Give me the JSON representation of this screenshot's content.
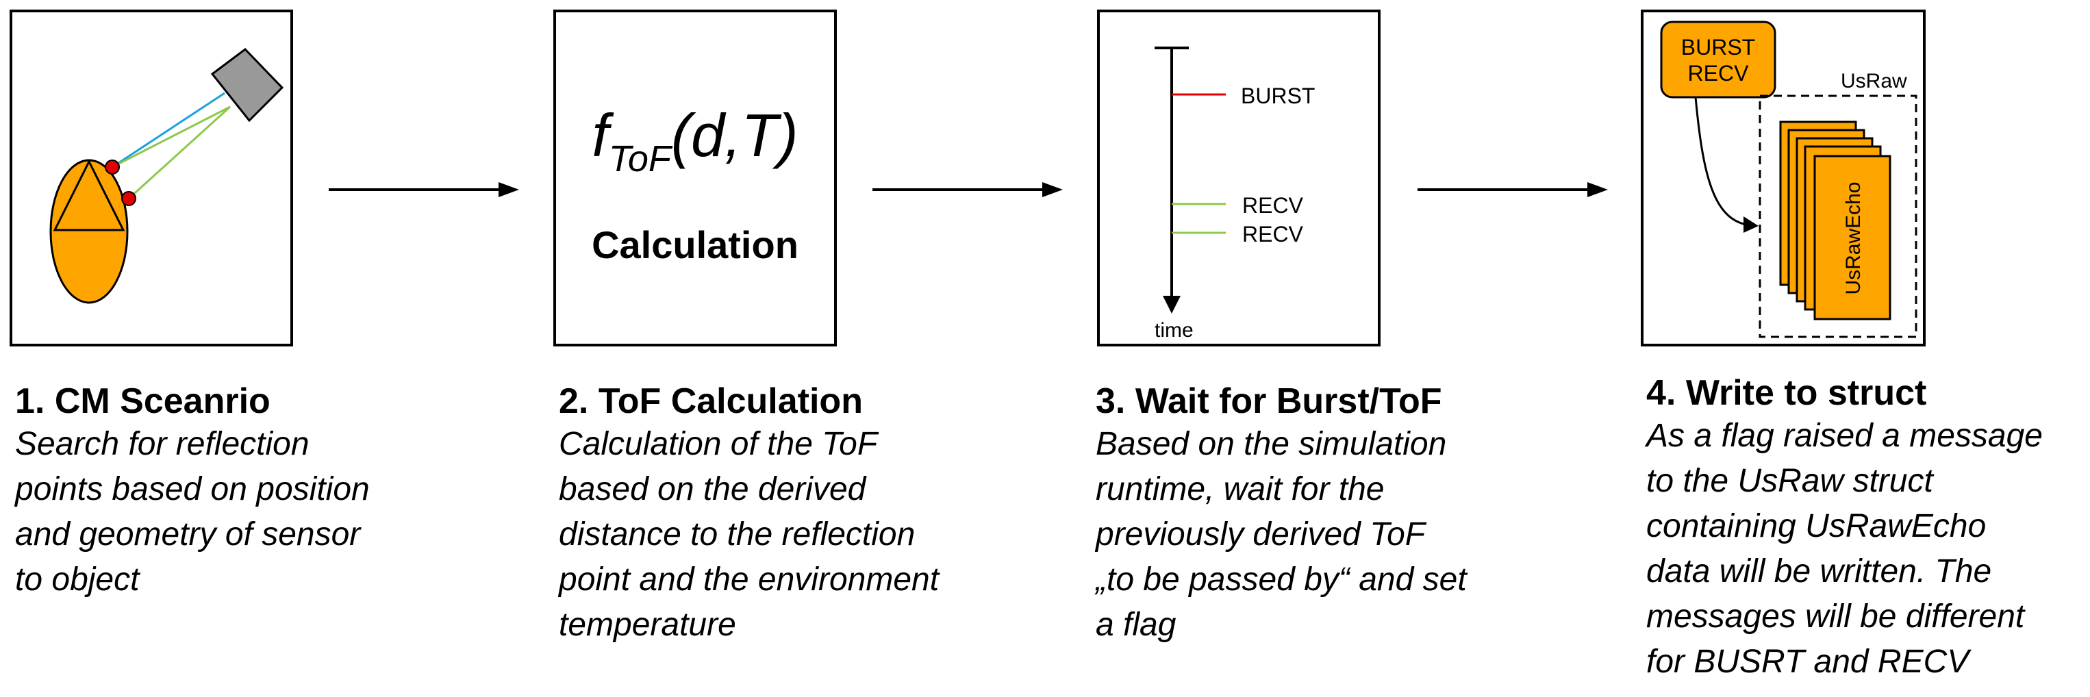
{
  "steps": [
    {
      "title": "1. CM Sceanrio",
      "lines": [
        "Search for reflection",
        "points based on position",
        "and geometry of sensor",
        "to object"
      ]
    },
    {
      "title": "2. ToF Calculation",
      "lines": [
        "Calculation of the ToF",
        "based on the derived",
        "distance to the reflection",
        "point and the environment",
        "temperature"
      ]
    },
    {
      "title": "3. Wait for Burst/ToF",
      "lines": [
        "Based on the simulation",
        "runtime, wait for the",
        "previously derived ToF",
        "„to be passed by“ and set",
        "a flag"
      ]
    },
    {
      "title": "4. Write to struct",
      "lines": [
        "As a flag raised a message",
        "to the UsRaw struct",
        "containing UsRawEcho",
        "data will be written. The",
        "messages will be different",
        "for BUSRT and RECV"
      ]
    }
  ],
  "panel2": {
    "formula_f": "f",
    "formula_sub": "ToF",
    "formula_args": "(d,T)",
    "label": "Calculation"
  },
  "panel3": {
    "burst": "BURST",
    "recv1": "RECV",
    "recv2": "RECV",
    "time": "time"
  },
  "panel4": {
    "box_line1": "BURST",
    "box_line2": "RECV",
    "usraw": "UsRaw",
    "usrawecho": "UsRawEcho"
  },
  "colors": {
    "orange": "#FFA500",
    "red_point": "#E00000",
    "blue_ray": "#1EA0E0",
    "green_ray": "#8CC84B",
    "burst_line": "#E00000",
    "recv_line": "#8CC84B",
    "sensor_gray": "#999999"
  }
}
